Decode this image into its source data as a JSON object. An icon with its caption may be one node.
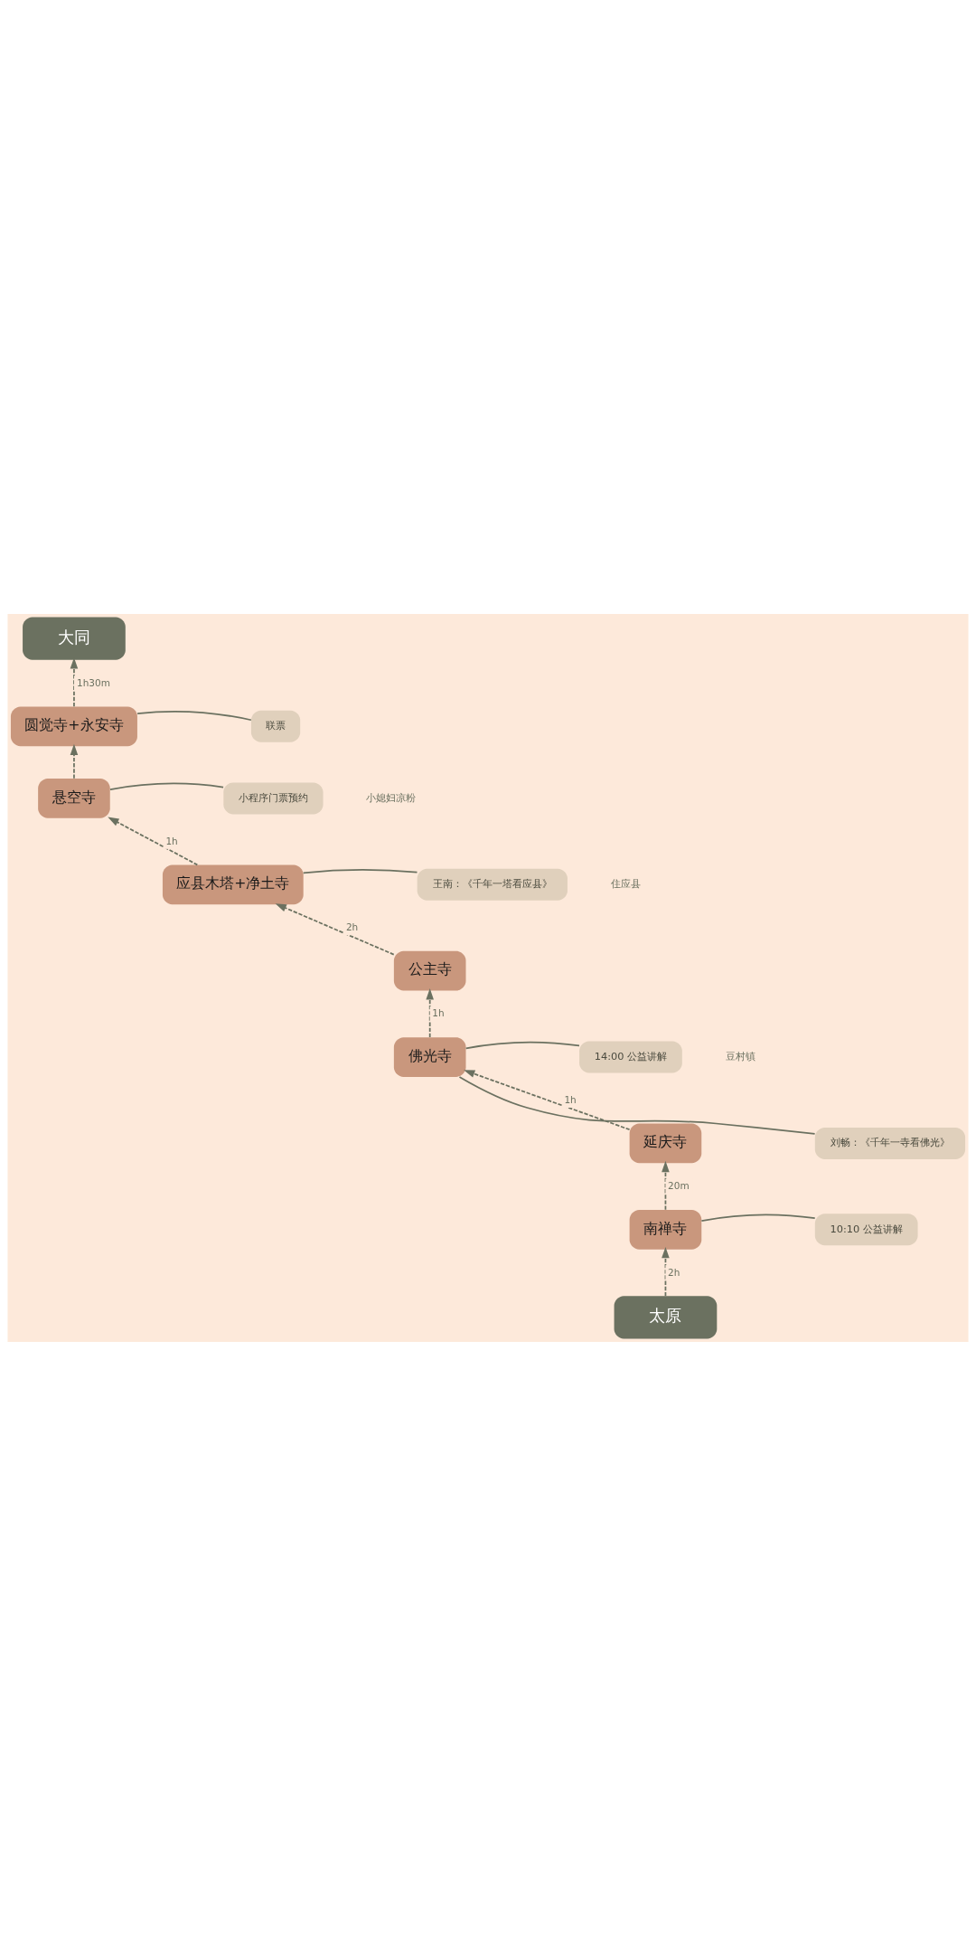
{
  "diagram": {
    "nodes": [
      {
        "text": [
          "大同"
        ]
      },
      {
        "text": [
          "圆觉寺+永安寺"
        ]
      },
      {
        "text": [
          "联票"
        ]
      },
      {
        "text": [
          "悬空寺"
        ]
      },
      {
        "text": [
          "小程序门票预约"
        ]
      },
      {
        "text": [
          "应县木塔+净土寺"
        ]
      },
      {
        "text": [
          "王南：《千年一塔看应县》"
        ]
      },
      {
        "text": [
          "公主寺"
        ]
      },
      {
        "text": [
          "佛光寺"
        ]
      },
      {
        "text": [
          "14:00 公益讲解"
        ]
      },
      {
        "text": [
          "刘畅：《千年一寺看佛光》"
        ]
      },
      {
        "text": [
          "延庆寺"
        ]
      },
      {
        "text": [
          "南禅寺"
        ]
      },
      {
        "text": [
          "10:10 公益讲解"
        ]
      },
      {
        "text": [
          "太原"
        ]
      }
    ],
    "edges": [
      {
        "from": 14,
        "to": 12,
        "arrow": "to",
        "style": "dashed",
        "label": "2h"
      },
      {
        "from": 12,
        "to": 11,
        "arrow": "to",
        "style": "dashed",
        "label": "20m"
      },
      {
        "from": 11,
        "to": 8,
        "arrow": "to",
        "style": "dashed",
        "label": "1h"
      },
      {
        "from": 8,
        "to": 7,
        "arrow": "to",
        "style": "dashed",
        "label": "1h"
      },
      {
        "from": 7,
        "to": 5,
        "arrow": "to",
        "style": "dashed",
        "label": "2h"
      },
      {
        "from": 5,
        "to": 3,
        "arrow": "to",
        "style": "dashed",
        "label": "1h"
      },
      {
        "from": 3,
        "to": 1,
        "arrow": "to",
        "style": "dashed"
      },
      {
        "from": 1,
        "to": 0,
        "arrow": "to",
        "style": "dashed",
        "label": "1h30m"
      },
      {
        "from": 1,
        "to": 2,
        "arrow": "none"
      },
      {
        "from": 3,
        "to": 4,
        "arrow": "none"
      },
      {
        "from": 5,
        "to": 6,
        "arrow": "none"
      },
      {
        "from": 8,
        "to": 9,
        "arrow": "none"
      },
      {
        "from": 8,
        "to": 10,
        "arrow": "none"
      },
      {
        "from": 12,
        "to": 13,
        "arrow": "none"
      }
    ],
    "labels": [
      "小媳妇凉粉",
      "住应县",
      "豆村镇"
    ]
  }
}
